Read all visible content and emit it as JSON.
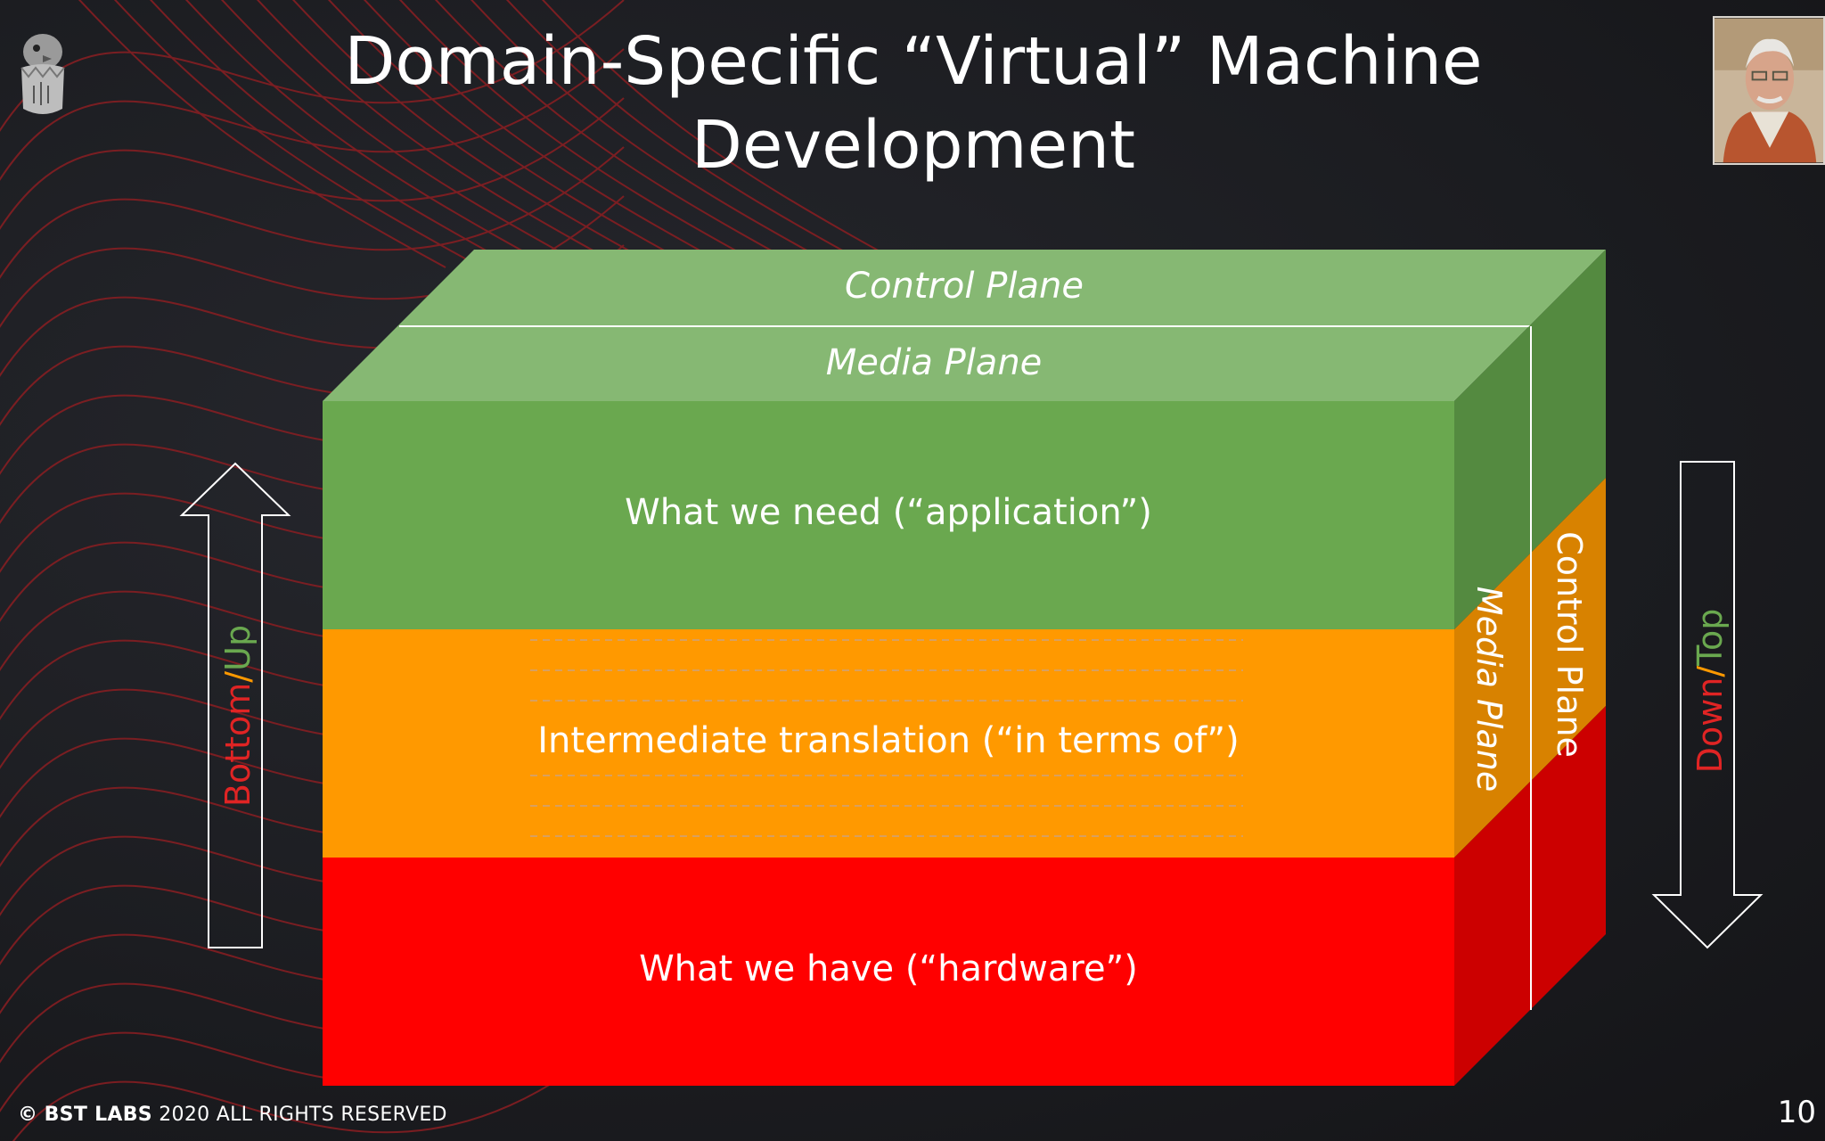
{
  "slide": {
    "title_line1": "Domain-Specific “Virtual” Machine",
    "title_line2": "Development",
    "page_number": "10"
  },
  "cube": {
    "top_back_label": "Control Plane",
    "top_front_label": "Media Plane",
    "layers": [
      {
        "label": "What we need (“application”)",
        "color": "#6aa84f"
      },
      {
        "label": "Intermediate translation (“in terms of”)",
        "color": "#ff9900"
      },
      {
        "label": "What we have (“hardware”)",
        "color": "#ff0000"
      }
    ],
    "side_front_label": "Media Plane",
    "side_back_label": "Control Plane"
  },
  "arrows": {
    "left": {
      "word1": "Bottom",
      "separator": "/",
      "word2": "Up",
      "word1_color": "#e02424",
      "separator_color": "#ff9900",
      "word2_color": "#6aa84f"
    },
    "right": {
      "word1": "Down",
      "separator": "/",
      "word2": "Top",
      "word1_color": "#e02424",
      "separator_color": "#ff9900",
      "word2_color": "#6aa84f"
    }
  },
  "footer": {
    "copyright_symbol": "©",
    "brand": "BST LABS",
    "rest": "2020 ALL RIGHTS RESERVED"
  }
}
